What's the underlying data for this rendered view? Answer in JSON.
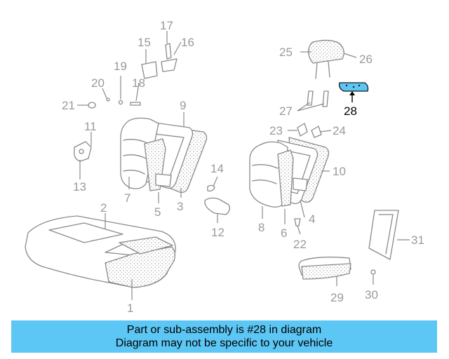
{
  "diagram": {
    "highlight_color": "#5cc6f4",
    "highlighted_part": "28",
    "callouts": [
      "1",
      "2",
      "3",
      "4",
      "5",
      "6",
      "7",
      "8",
      "9",
      "10",
      "11",
      "12",
      "13",
      "14",
      "15",
      "16",
      "17",
      "18",
      "19",
      "20",
      "21",
      "22",
      "23",
      "24",
      "25",
      "26",
      "27",
      "28",
      "29",
      "30",
      "31"
    ]
  },
  "banner": {
    "line1": "Part or sub-assembly is #28 in diagram",
    "line2": "Diagram may not be specific to your vehicle",
    "background": "#5cc6f4"
  }
}
